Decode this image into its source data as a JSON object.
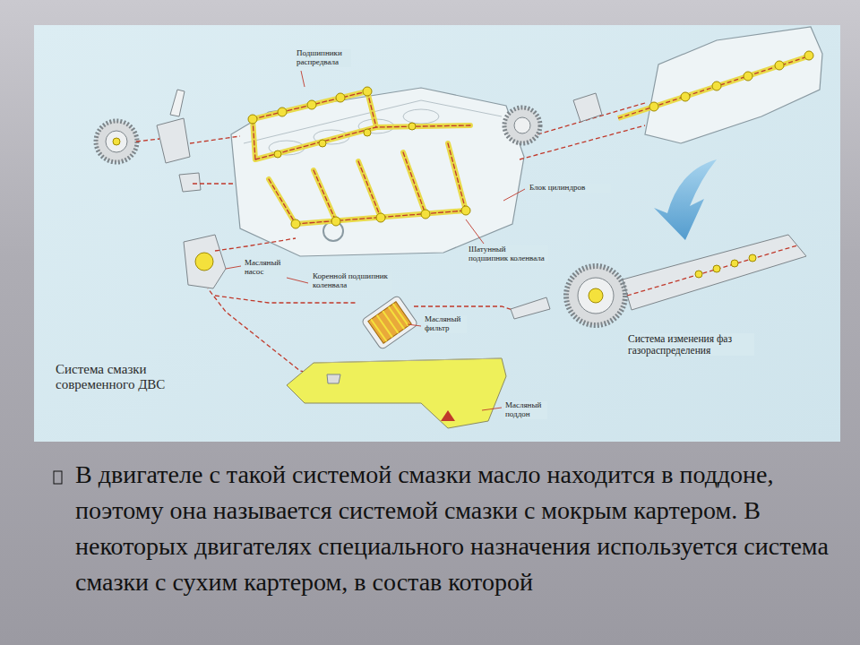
{
  "diagram": {
    "title": "Система смазки современного ДВС",
    "caption": "В двигателе с такой системой смазки масло находится в поддоне, поэтому она называется системой смазки с мокрым картером. В некоторых двигателях специального назначения используется система смазки с сухим картером, в состав которой",
    "labels": [
      "Подшипники распредвала",
      "Блок цилиндров",
      "Масляный насос",
      "Коренной подшипник коленвала",
      "Шатунный подшипник коленвала",
      "Масляный фильтр",
      "Система изменения фаз газораспределения",
      "Масляный поддон"
    ]
  }
}
